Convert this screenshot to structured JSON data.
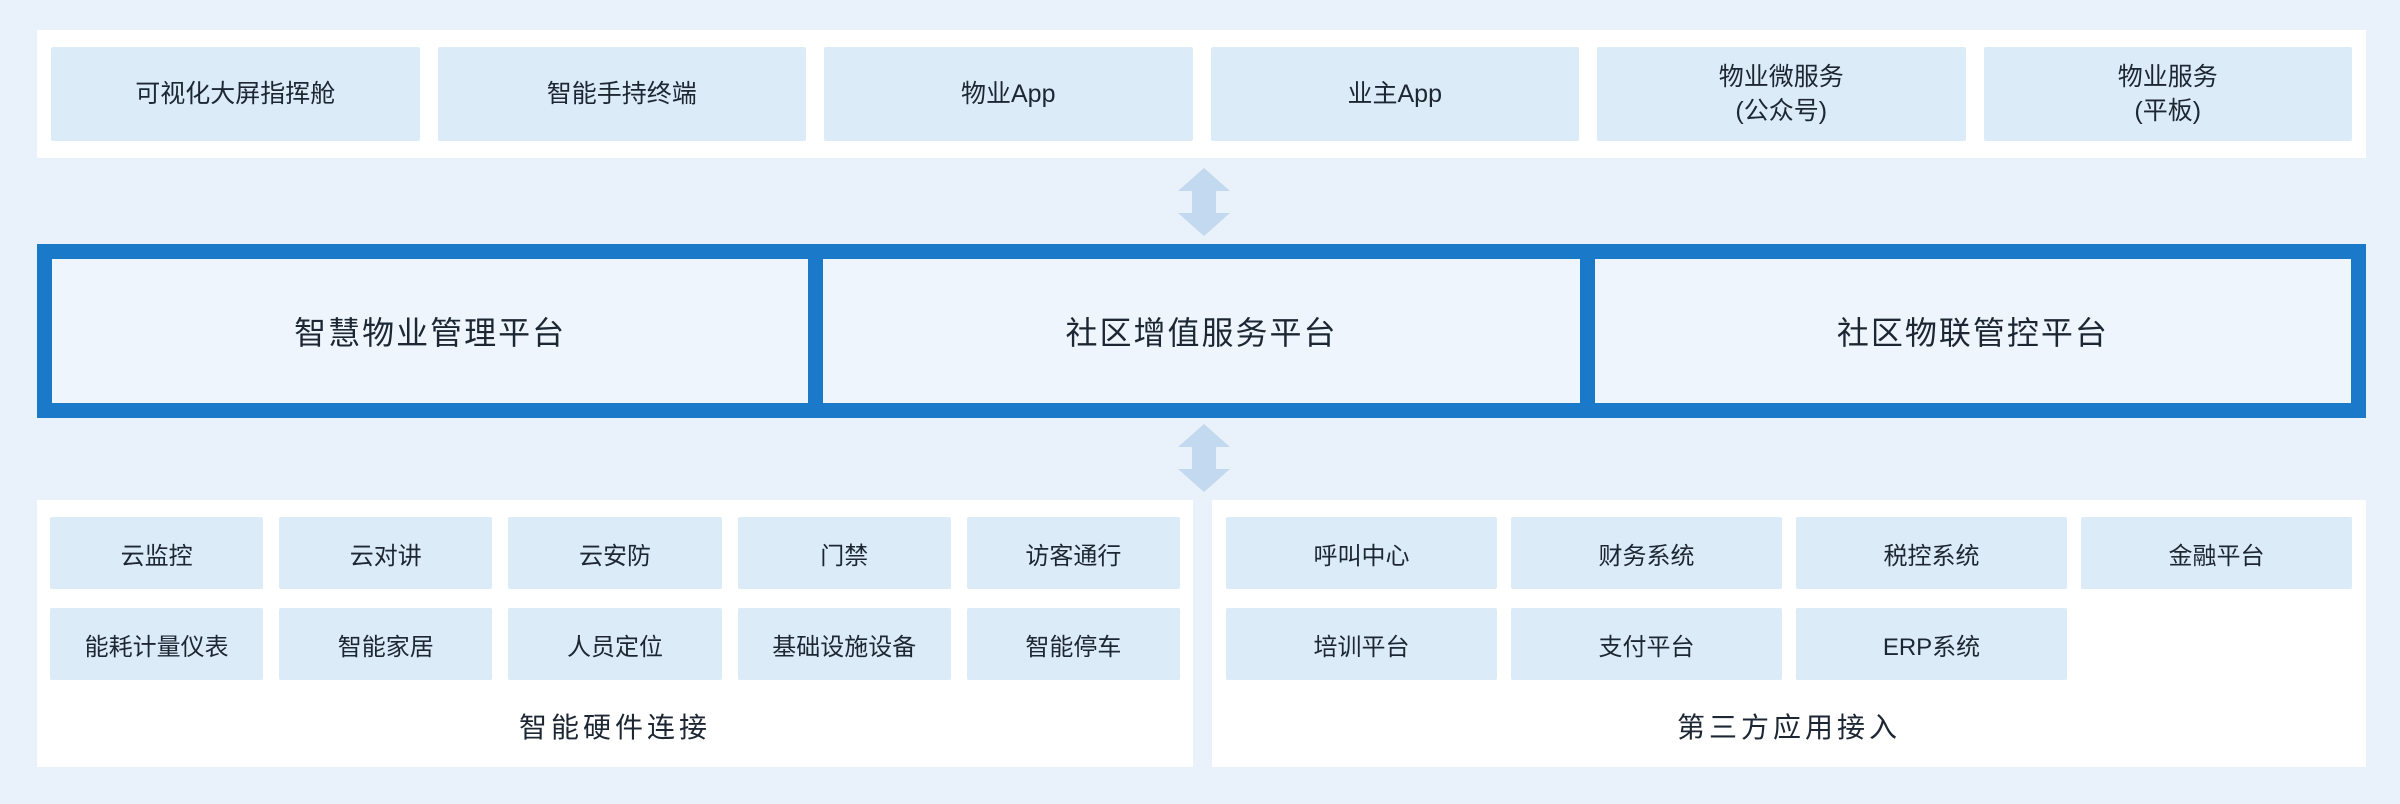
{
  "colors": {
    "page_bg": "#e9f1fa",
    "panel_bg": "#ffffff",
    "tile_bg": "#dcebf8",
    "band_bg": "#1b79c9",
    "band_tile_bg": "#eef5fc",
    "arrow": "#c2d9ef",
    "text": "#1c2733"
  },
  "icons": {
    "connector": "up-down-arrow"
  },
  "top_row": {
    "items": [
      {
        "line1": "可视化大屏指挥舱",
        "line2": ""
      },
      {
        "line1": "智能手持终端",
        "line2": ""
      },
      {
        "line1": "物业App",
        "line2": ""
      },
      {
        "line1": "业主App",
        "line2": ""
      },
      {
        "line1": "物业微服务",
        "line2": "(公众号)"
      },
      {
        "line1": "物业服务",
        "line2": "(平板)"
      }
    ]
  },
  "platforms": [
    "智慧物业管理平台",
    "社区增值服务平台",
    "社区物联管控平台"
  ],
  "hardware": {
    "row1": [
      "云监控",
      "云对讲",
      "云安防",
      "门禁",
      "访客通行"
    ],
    "row2": [
      "能耗计量仪表",
      "智能家居",
      "人员定位",
      "基础设施设备",
      "智能停车"
    ],
    "label": "智能硬件连接"
  },
  "third_party": {
    "row1": [
      "呼叫中心",
      "财务系统",
      "税控系统",
      "金融平台"
    ],
    "row2": [
      "培训平台",
      "支付平台",
      "ERP系统"
    ],
    "label": "第三方应用接入"
  }
}
